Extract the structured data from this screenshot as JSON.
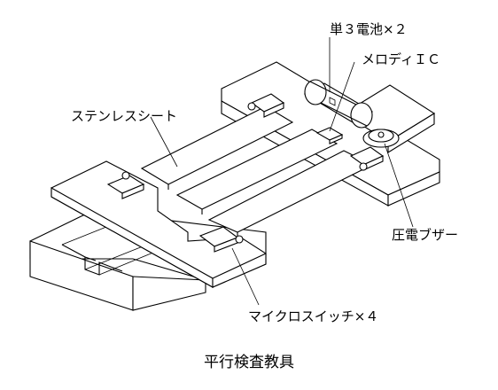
{
  "labels": {
    "battery": "単３電池×２",
    "melody_ic": "メロディＩＣ",
    "stainless_sheet": "ステンレスシート",
    "piezo_buzzer": "圧電ブザー",
    "micro_switch": "マイクロスイッチ×４"
  },
  "caption": "平行検査教具"
}
